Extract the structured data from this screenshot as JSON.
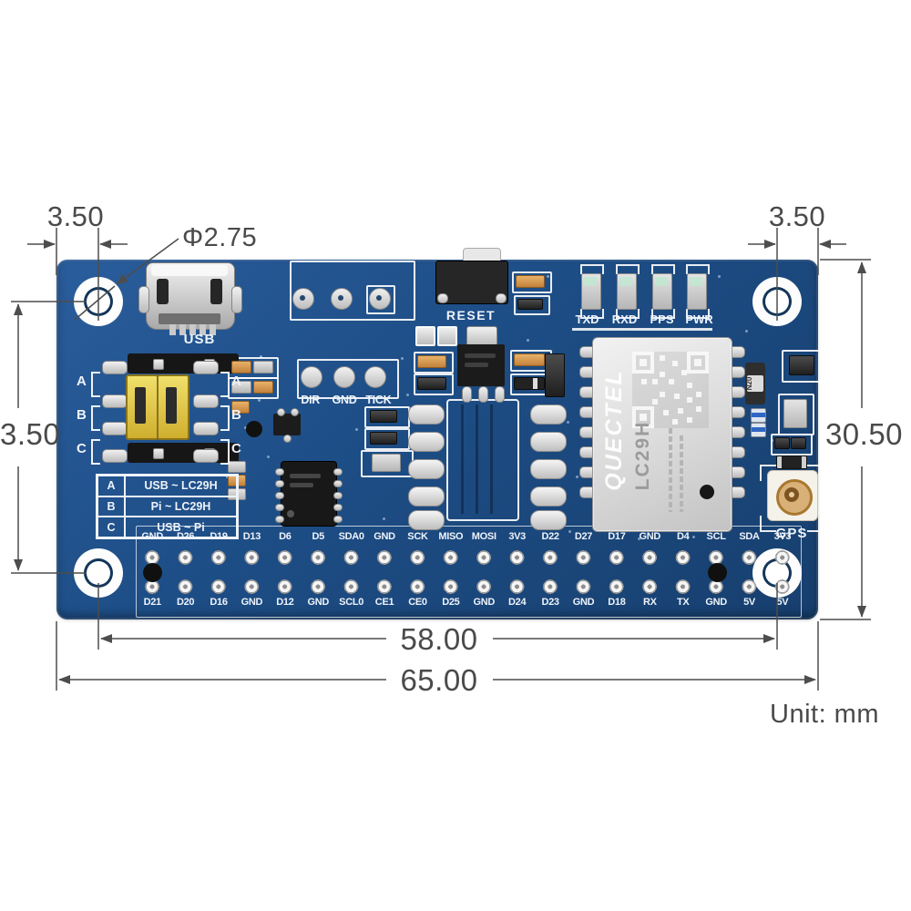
{
  "unit_note": "Unit: mm",
  "dimensions": {
    "top_left_edge_to_hole": "3.50",
    "hole_diameter": "Φ2.75",
    "top_right_hole_to_edge": "3.50",
    "left_vertical": "3.50",
    "board_height": "30.50",
    "hole_span_horizontal": "58.00",
    "board_width": "65.00"
  },
  "board": {
    "silkscreen": {
      "usb": "USB",
      "reset": "RESET",
      "led_labels": [
        "TXD",
        "RXD",
        "PPS",
        "PWR"
      ],
      "debug_pads": [
        "DIR",
        "GND",
        "TICK"
      ],
      "gps": "GPS",
      "jumper_rows": [
        "A",
        "B",
        "C"
      ],
      "jumper_table": [
        {
          "key": "A",
          "value": "USB ~ LC29H"
        },
        {
          "key": "B",
          "value": "Pi ~ LC29H"
        },
        {
          "key": "C",
          "value": "USB ~ Pi"
        }
      ],
      "gpio_top": [
        "GND",
        "D26",
        "D19",
        "D13",
        "D6",
        "D5",
        "SDA0",
        "GND",
        "SCK",
        "MISO",
        "MOSI",
        "3V3",
        "D22",
        "D27",
        "D17",
        "GND",
        "D4",
        "SCL",
        "SDA",
        "3V3"
      ],
      "gpio_bottom": [
        "D21",
        "D20",
        "D16",
        "GND",
        "D12",
        "GND",
        "SCL0",
        "CE1",
        "CE0",
        "D25",
        "GND",
        "D24",
        "D23",
        "GND",
        "D18",
        "RX",
        "TX",
        "GND",
        "5V",
        "5V"
      ]
    },
    "module": {
      "brand": "QUECTEL",
      "model": "LC29H"
    },
    "markings": {
      "fuse": "N20"
    }
  },
  "colors": {
    "pcb": "#1d4d85",
    "silkscreen": "#eef3fa",
    "dimension": "#4a4a4a",
    "jumper_cap": "#e7cf4f",
    "shield": "#d9d9d9"
  }
}
